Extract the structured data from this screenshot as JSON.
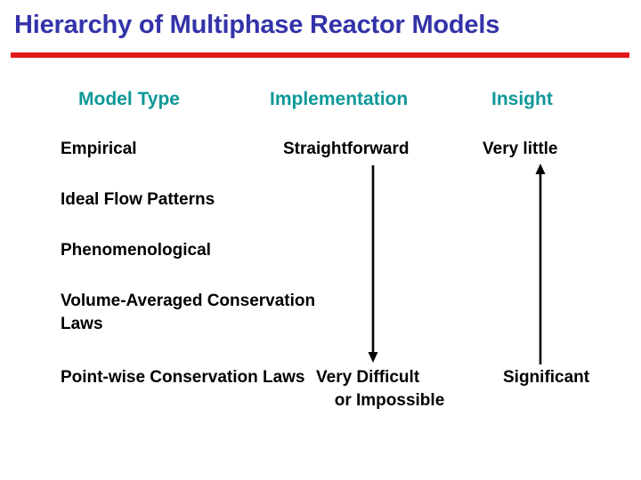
{
  "slide": {
    "title": "Hierarchy of Multiphase Reactor Models",
    "title_color": "#3333AA",
    "rule_color": "#E41A1A",
    "header_color": "#0F9898",
    "body_color": "#000000",
    "background": "#FFFFFF"
  },
  "table": {
    "columns": [
      {
        "key": "model_type",
        "label": "Model Type"
      },
      {
        "key": "implementation",
        "label": "Implementation"
      },
      {
        "key": "insight",
        "label": "Insight"
      }
    ],
    "rows": [
      {
        "model_type": "Empirical",
        "implementation": "Straightforward",
        "insight": "Very little"
      },
      {
        "model_type": "Ideal Flow Patterns",
        "implementation": "",
        "insight": ""
      },
      {
        "model_type": "Phenomenological",
        "implementation": "",
        "insight": ""
      },
      {
        "model_type": "Volume-Averaged Conservation Laws",
        "implementation": "",
        "insight": ""
      },
      {
        "model_type": "Point-wise Conservation Laws",
        "implementation_line1": "Very Difficult",
        "implementation_line2": "or Impossible",
        "insight": "Significant"
      }
    ]
  },
  "arrows": [
    {
      "name": "implementation-difficulty-arrow",
      "direction": "down",
      "meaning": "Implementation becomes increasingly difficult downward"
    },
    {
      "name": "insight-gain-arrow",
      "direction": "up",
      "meaning": "Insight increases toward point-wise conservation laws"
    }
  ]
}
